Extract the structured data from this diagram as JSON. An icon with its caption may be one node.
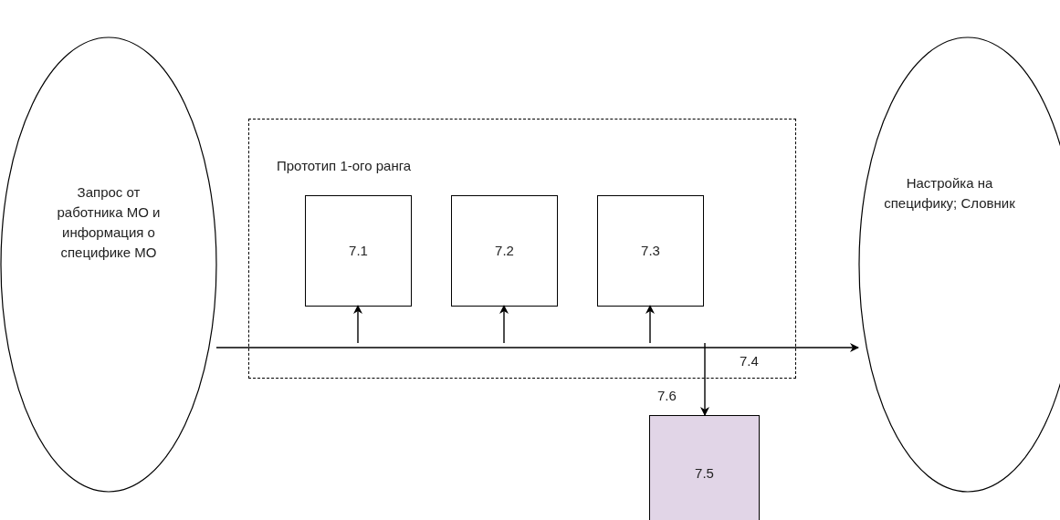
{
  "diagram": {
    "nodes": [
      {
        "text": [
          "Запрос от работника МО и информация о специфике МО"
        ]
      },
      {
        "text": [
          "Прототип 1-ого ранга"
        ]
      },
      {
        "text": [
          "7.1"
        ],
        "in": 1
      },
      {
        "text": [
          "7.2"
        ],
        "in": 1
      },
      {
        "text": [
          "7.3"
        ],
        "in": 1
      },
      {
        "text": [
          "Настройка на специфику; Словник"
        ]
      },
      {
        "text": [
          "7.5"
        ]
      }
    ],
    "edges": [
      {
        "from": 0,
        "to": 5,
        "arrow": "to",
        "label": "7.4"
      },
      {
        "from": null,
        "to": 2,
        "arrow": "to"
      },
      {
        "from": null,
        "to": 3,
        "arrow": "to"
      },
      {
        "from": null,
        "to": 4,
        "arrow": "to"
      },
      {
        "from": null,
        "to": 6,
        "arrow": "to",
        "label": "7.6"
      }
    ]
  }
}
